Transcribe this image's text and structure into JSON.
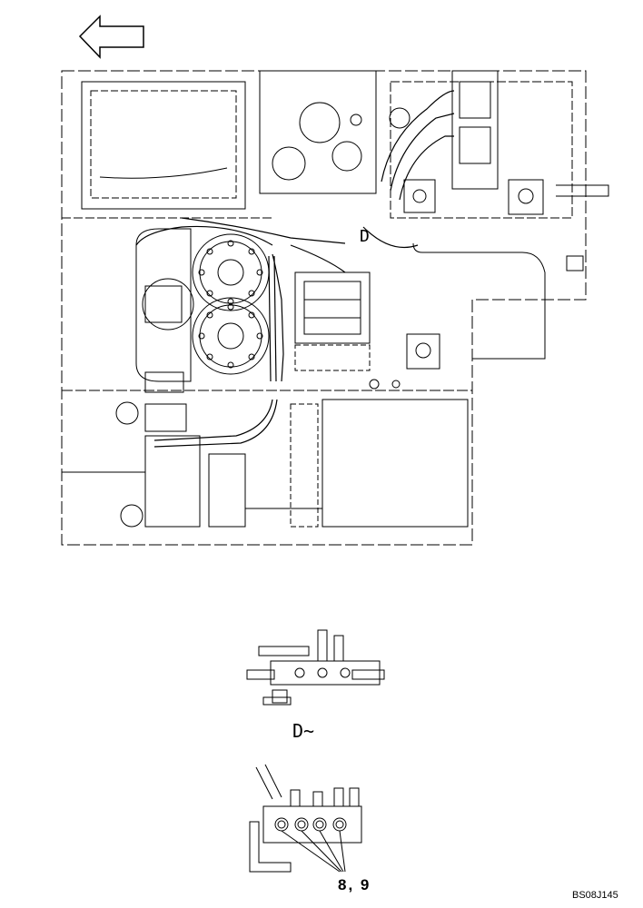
{
  "labels": {
    "view_marker": "D",
    "section_title": "D~",
    "part_numbers": "8, 9",
    "drawing_code": "BS08J145"
  },
  "icons": {
    "direction_arrow": "left-arrow-outline-icon"
  },
  "colors": {
    "ink": "#000000",
    "paper": "#ffffff"
  }
}
